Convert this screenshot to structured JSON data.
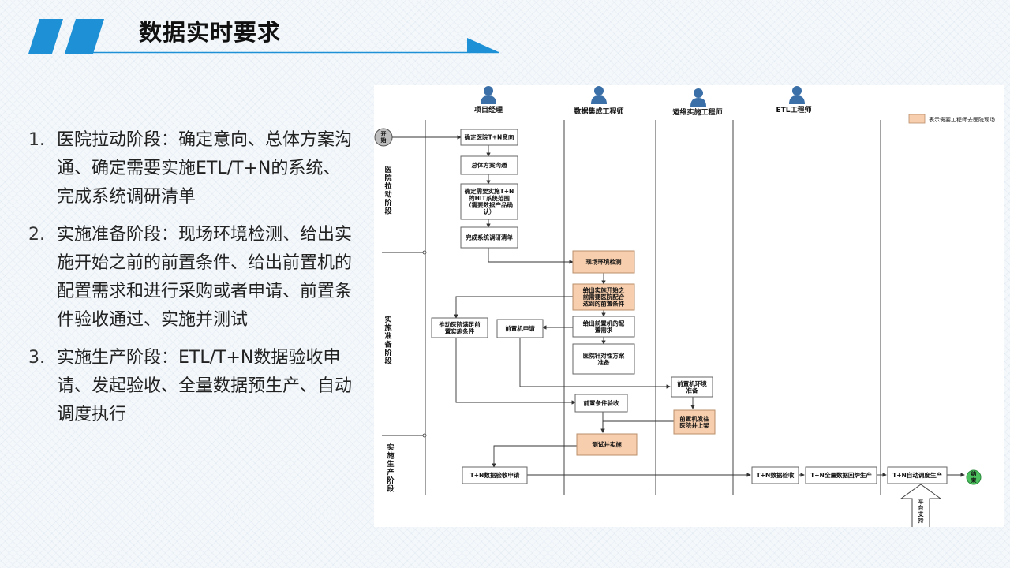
{
  "slide": {
    "title": "数据实时要求",
    "accent_color": "#1e90d6"
  },
  "items": [
    {
      "num": "1.",
      "text": "医院拉动阶段：确定意向、总体方案沟通、确定需要实施ETL/T+N的系统、完成系统调研清单"
    },
    {
      "num": "2.",
      "text": "实施准备阶段：现场环境检测、给出实施开始之前的前置条件、给出前置机的配置需求和进行采购或者申请、前置条件验收通过、实施并测试"
    },
    {
      "num": "3.",
      "text": "实施生产阶段：ETL/T+N数据验收申请、发起验收、全量数据预生产、自动调度执行"
    }
  ],
  "diagram": {
    "roles": [
      "项目经理",
      "数据集成工程师",
      "运维实施工程师",
      "ETL工程师"
    ],
    "legend": "表示需要工程师去医院现场",
    "highlight_color": "#f8cfae",
    "start_label": "开始",
    "end_label": "结束",
    "phases": [
      "医院拉动阶段",
      "实施准备阶段",
      "实施生产阶段"
    ],
    "boxes": {
      "b1": [
        "确定医院T+N意向"
      ],
      "b2": [
        "总体方案沟通"
      ],
      "b3": [
        "确定需要实施T+N",
        "的HIT系统范围",
        "（需要数据产品确",
        "认）"
      ],
      "b4": [
        "完成系统调研清单"
      ],
      "b5": [
        "现场环境检测"
      ],
      "b6": [
        "给出实施开始之",
        "前需要医院配合",
        "达到的前置条件"
      ],
      "b7": [
        "给出前置机的配",
        "置需求"
      ],
      "b8": [
        "医院针对性方案",
        "准备"
      ],
      "b9": [
        "推动医院满足前",
        "置实施条件"
      ],
      "b10": [
        "前置机申请"
      ],
      "b11": [
        "前置机环境",
        "准备"
      ],
      "b12": [
        "前置条件验收"
      ],
      "b13": [
        "前置机发往",
        "医院并上架"
      ],
      "b14": [
        "测试并实施"
      ],
      "b15": [
        "T+N数据验收申请"
      ],
      "b16": [
        "T+N数据验收"
      ],
      "b17": [
        "T+N全量数据回炉生产"
      ],
      "b18": [
        "T+N自动调度生产"
      ]
    },
    "support_label": "平台支持"
  }
}
